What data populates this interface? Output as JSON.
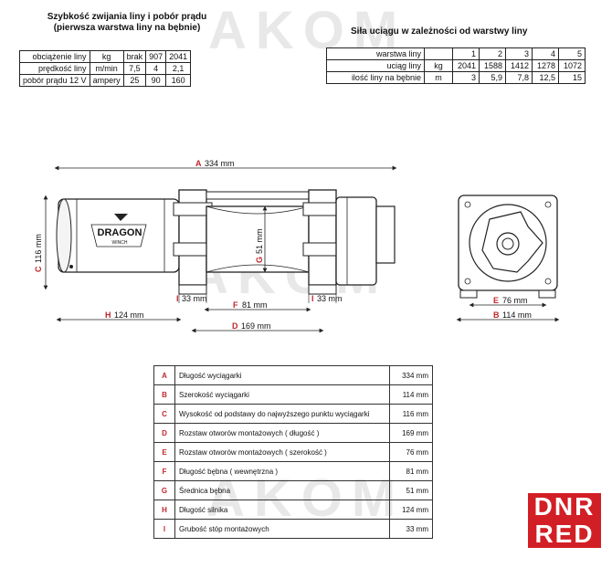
{
  "watermark": "AKOM",
  "table1": {
    "title_line1": "Szybkość zwijania liny i pobór prądu",
    "title_line2": "(pierwsza warstwa liny na bębnie)",
    "rows": [
      [
        "obciążenie liny",
        "kg",
        "brak",
        "907",
        "2041"
      ],
      [
        "prędkość liny",
        "m/min",
        "7,5",
        "4",
        "2,1"
      ],
      [
        "pobór prądu 12 V",
        "ampery",
        "25",
        "90",
        "160"
      ]
    ]
  },
  "table2": {
    "title": "Siła uciągu w zależności od warstwy liny",
    "rows": [
      [
        "warstwa liny",
        "",
        "1",
        "2",
        "3",
        "4",
        "5"
      ],
      [
        "uciąg liny",
        "kg",
        "2041",
        "1588",
        "1412",
        "1278",
        "1072"
      ],
      [
        "ilość liny na bębnie",
        "m",
        "3",
        "5,9",
        "7,8",
        "12,5",
        "15"
      ]
    ]
  },
  "drawing": {
    "brand": "DRAGON",
    "brand_sub": "WINCH",
    "dims": {
      "A": {
        "letter": "A",
        "value": "334 mm"
      },
      "B": {
        "letter": "B",
        "value": "114 mm"
      },
      "C": {
        "letter": "C",
        "value": "116 mm"
      },
      "D": {
        "letter": "D",
        "value": "169 mm"
      },
      "E": {
        "letter": "E",
        "value": "76 mm"
      },
      "F": {
        "letter": "F",
        "value": "81 mm"
      },
      "G": {
        "letter": "G",
        "value": "51 mm"
      },
      "H": {
        "letter": "H",
        "value": "124 mm"
      },
      "I": {
        "letter": "I",
        "value": "33 mm"
      }
    }
  },
  "legend": [
    {
      "letter": "A",
      "desc": "Długość wyciągarki",
      "value": "334 mm"
    },
    {
      "letter": "B",
      "desc": "Szerokość wyciągarki",
      "value": "114 mm"
    },
    {
      "letter": "C",
      "desc": "Wysokość od podstawy do najwyższego punktu wyciągarki",
      "value": "116 mm"
    },
    {
      "letter": "D",
      "desc": "Rozstaw otworów montażowych  ( długość )",
      "value": "169 mm"
    },
    {
      "letter": "E",
      "desc": "Rozstaw otworów montażowych  ( szerokość )",
      "value": "76 mm"
    },
    {
      "letter": "F",
      "desc": "Długość bębna  ( wewnętrzna )",
      "value": "81 mm"
    },
    {
      "letter": "G",
      "desc": "Średnica bębna",
      "value": "51 mm"
    },
    {
      "letter": "H",
      "desc": "Długość silnika",
      "value": "124 mm"
    },
    {
      "letter": "I",
      "desc": "Grubość stóp montażowych",
      "value": "33 mm"
    }
  ],
  "logo": {
    "line1": "DNR",
    "line2": "RED"
  },
  "colors": {
    "accent": "#c0272d",
    "logo_bg": "#d21f26"
  }
}
